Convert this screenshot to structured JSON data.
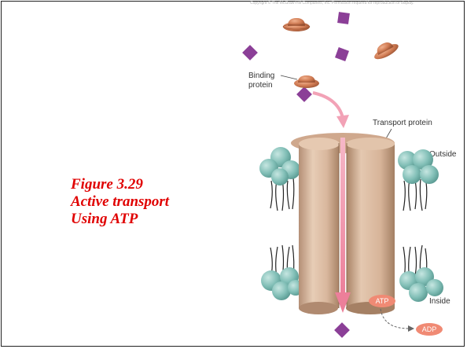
{
  "copyright": "Copyright © The McGraw-Hill Companies, Inc. Permission required for reproduction or display.",
  "title": {
    "line1": "Figure 3.29",
    "line2": "Active transport",
    "line3": "Using ATP"
  },
  "labels": {
    "binding_line1": "Binding",
    "binding_line2": "protein",
    "transport_protein": "Transport protein",
    "outside": "Outside",
    "inside": "Inside",
    "atp": "ATP",
    "adp": "ADP"
  },
  "colors": {
    "title": "#e00000",
    "solute": "#8b3f97",
    "binding_protein": "#c9714a",
    "channel": "#d8b59a",
    "lipid_head": "#82bfb7",
    "arrow": "#f3a3b8"
  }
}
